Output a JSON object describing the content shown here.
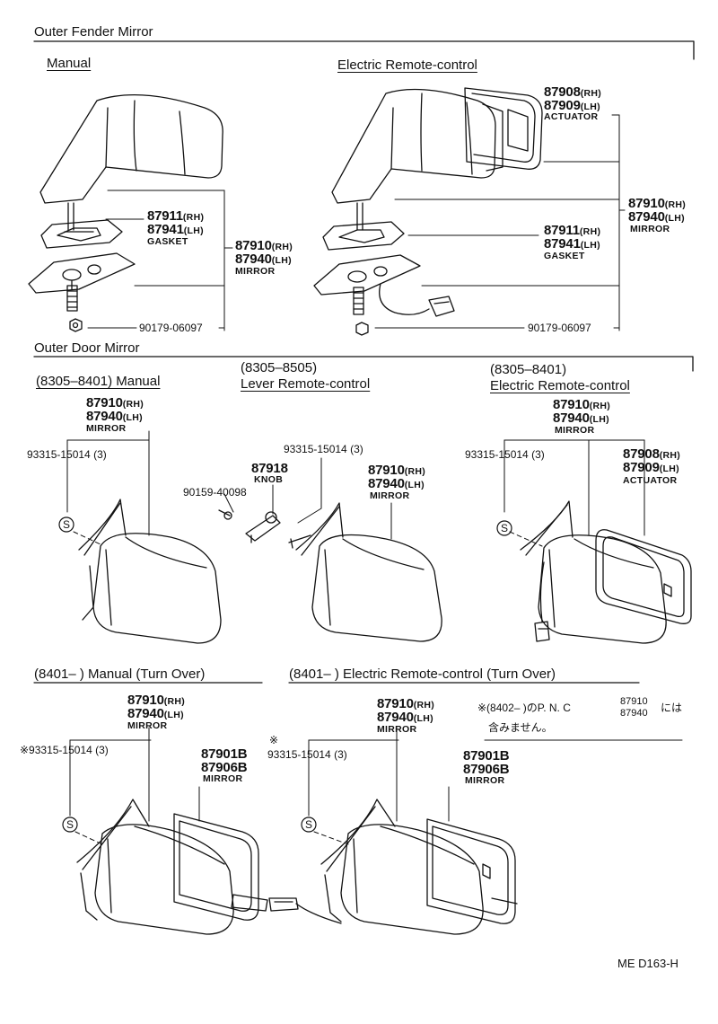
{
  "sections": {
    "outer_fender": "Outer Fender Mirror",
    "outer_door": "Outer Door Mirror"
  },
  "fender_manual": {
    "title": "Manual",
    "gasket_rh": "87911",
    "gasket_lh": "87941",
    "gasket_name": "GASKET",
    "mirror_rh": "87910",
    "mirror_lh": "87940",
    "mirror_name": "MIRROR",
    "nut": "90179-06097"
  },
  "fender_electric": {
    "title": "Electric Remote-control",
    "act_rh": "87908",
    "act_lh": "87909",
    "act_name": "ACTUATOR",
    "mirror_rh": "87910",
    "mirror_lh": "87940",
    "mirror_name": "MIRROR",
    "gasket_rh": "87911",
    "gasket_lh": "87941",
    "gasket_name": "GASKET",
    "nut": "90179-06097"
  },
  "door_manual": {
    "title": "(8305–8401) Manual",
    "mirror_rh": "87910",
    "mirror_lh": "87940",
    "mirror_name": "MIRROR",
    "screw": "93315-15014 (3)"
  },
  "door_lever": {
    "range": "(8305–8505)",
    "title": "Lever Remote-control",
    "screw": "93315-15014 (3)",
    "knob_no": "87918",
    "knob_name": "KNOB",
    "set_screw": "90159-40098",
    "mirror_rh": "87910",
    "mirror_lh": "87940",
    "mirror_name": "MIRROR"
  },
  "door_electric": {
    "range": "(8305–8401)",
    "title": "Electric Remote-control",
    "mirror_rh": "87910",
    "mirror_lh": "87940",
    "mirror_name": "MIRROR",
    "screw": "93315-15014 (3)",
    "act_rh": "87908",
    "act_lh": "87909",
    "act_name": "ACTUATOR"
  },
  "turn_manual": {
    "title": "(8401–        ) Manual (Turn Over)",
    "mirror_rh": "87910",
    "mirror_lh": "87940",
    "mirror_name": "MIRROR",
    "screw": "※93315-15014 (3)",
    "glass1": "87901B",
    "glass2": "87906B",
    "glass_name": "MIRROR"
  },
  "turn_electric": {
    "title": "(8401–        ) Electric Remote-control (Turn Over)",
    "mirror_rh": "87910",
    "mirror_lh": "87940",
    "mirror_name": "MIRROR",
    "mark": "※",
    "screw": "93315-15014 (3)",
    "glass1": "87901B",
    "glass2": "87906B",
    "glass_name": "MIRROR"
  },
  "note": {
    "line1_a": "※(8402–     )のP. N. C",
    "pnc1": "87910",
    "pnc2": "87940",
    "line1_b": "には",
    "line2": "含みません。"
  },
  "labels": {
    "rh": "(RH)",
    "lh": "(LH)",
    "s_mark": "S"
  },
  "page_code": "ME  D163-H"
}
